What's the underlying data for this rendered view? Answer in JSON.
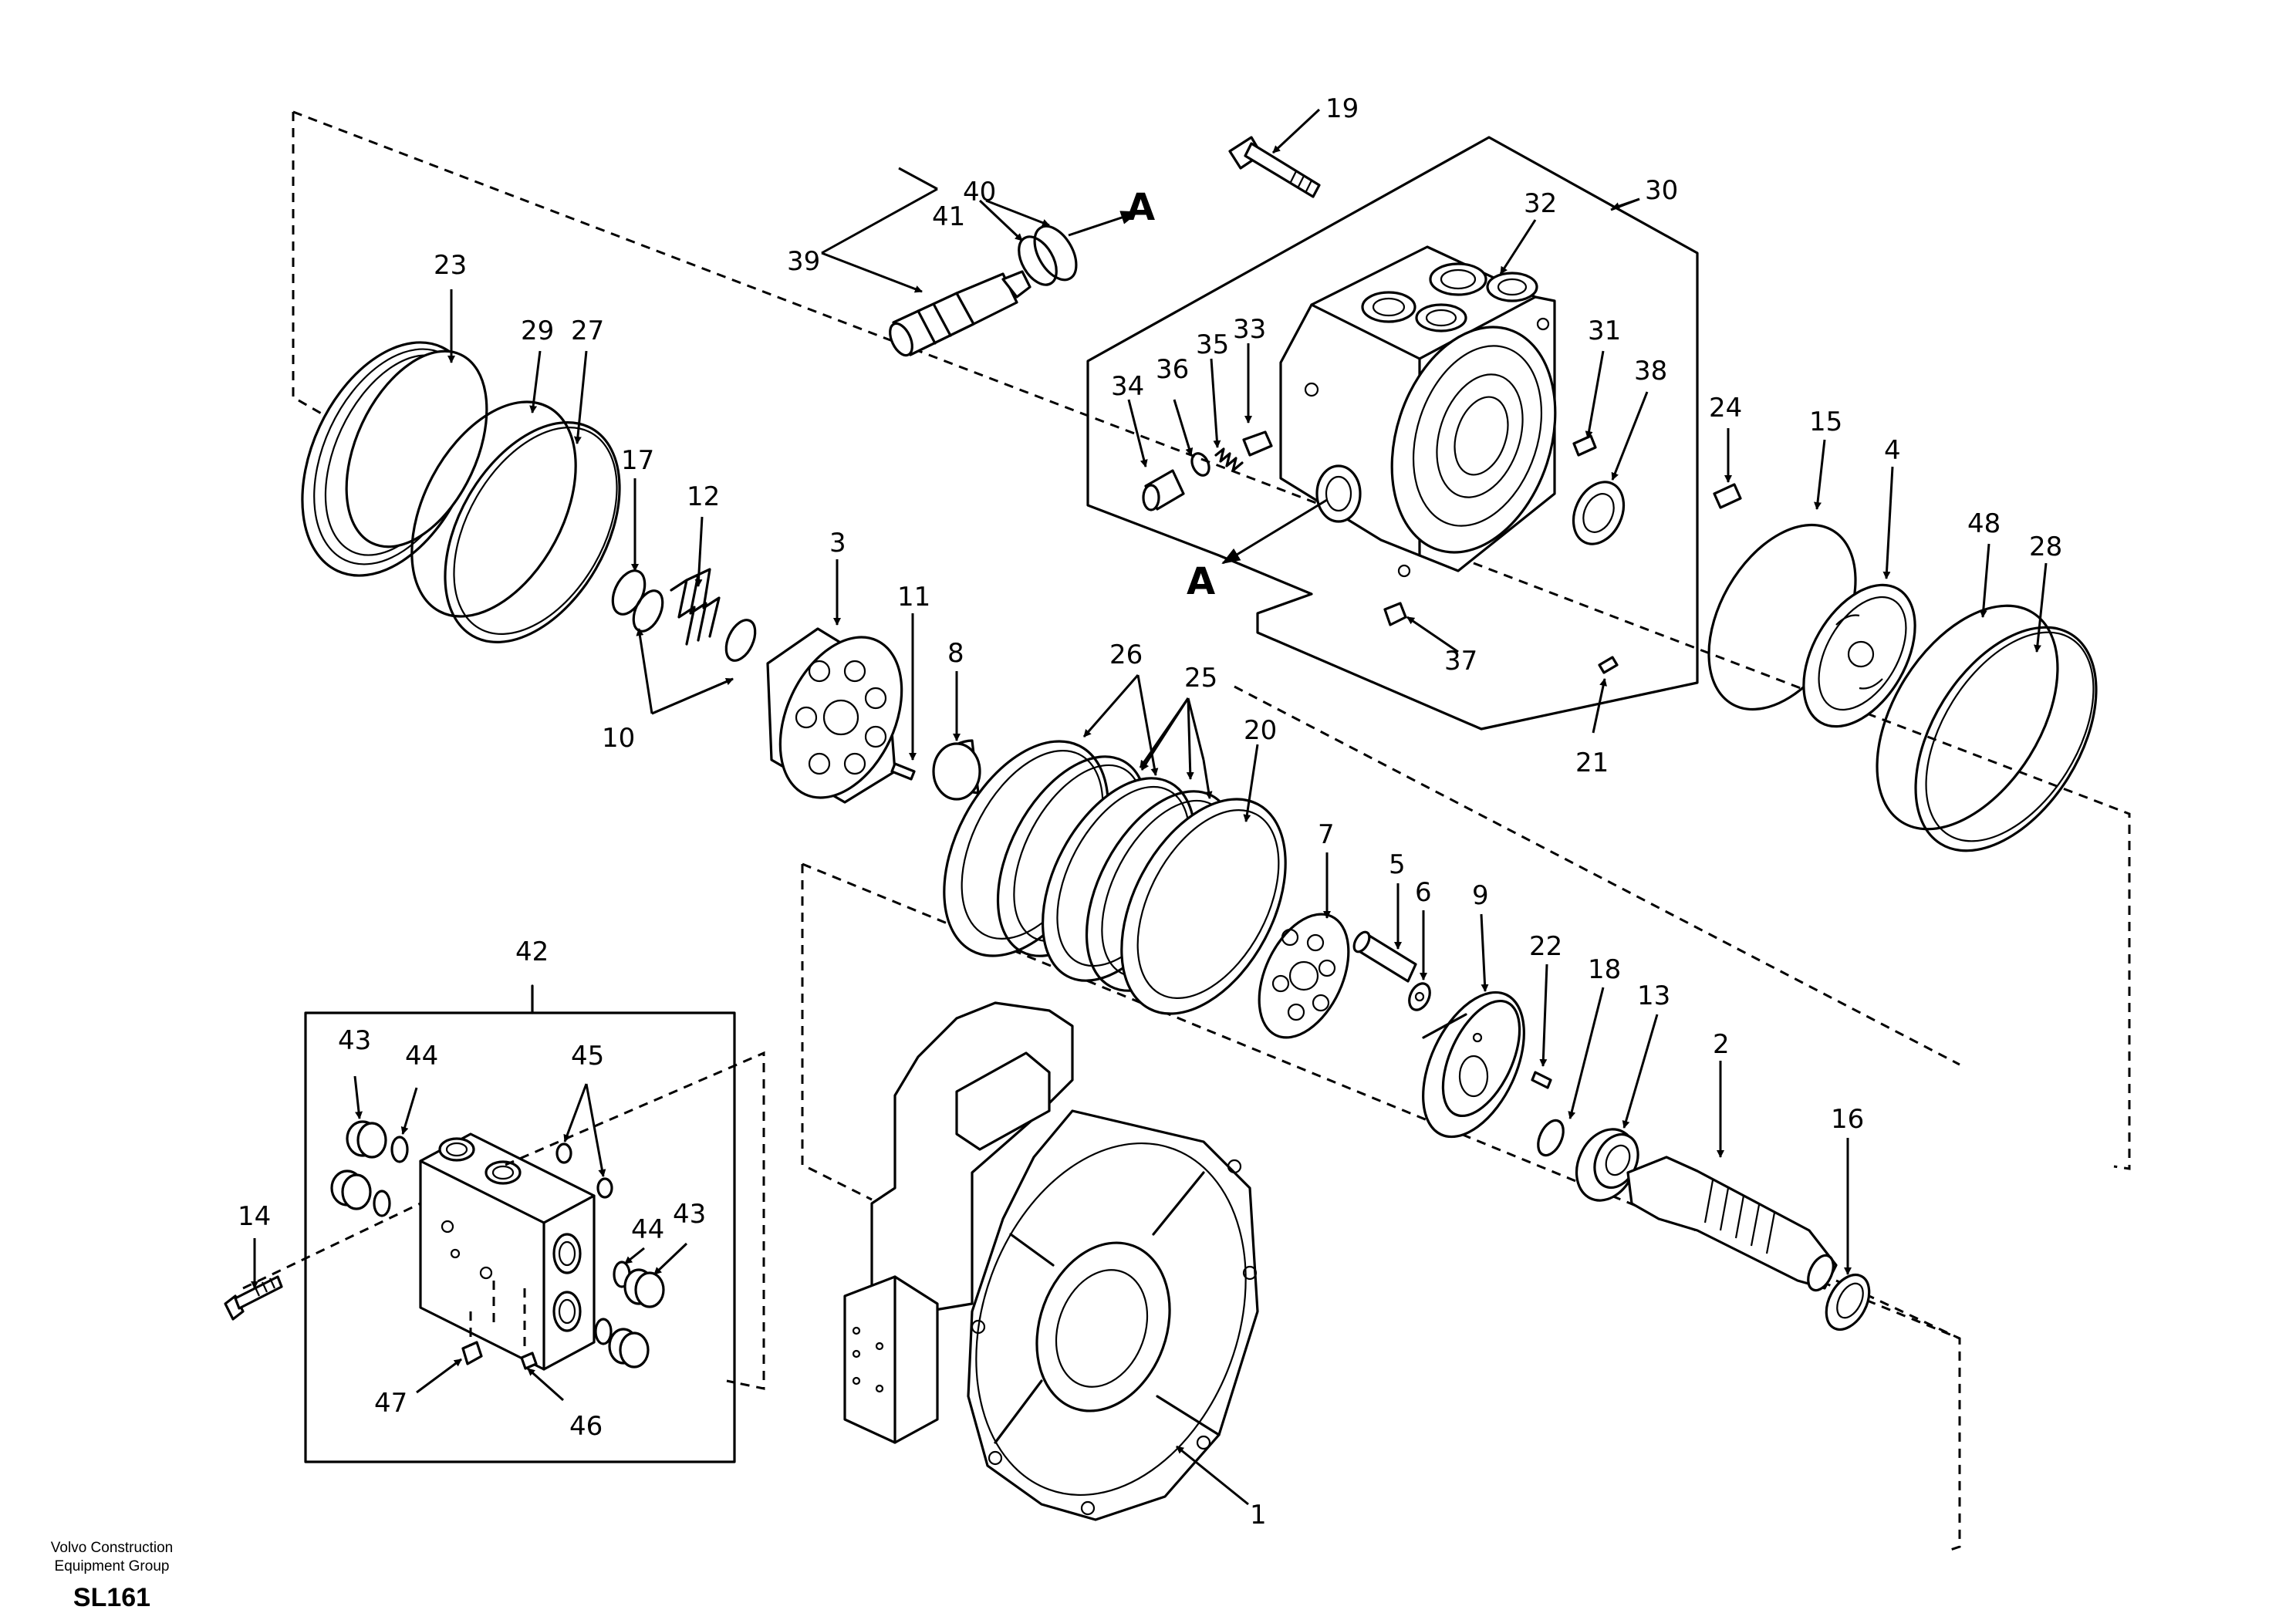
{
  "labels": {
    "1": "1",
    "2": "2",
    "3": "3",
    "4": "4",
    "5": "5",
    "6": "6",
    "7": "7",
    "8": "8",
    "9": "9",
    "10": "10",
    "11": "11",
    "12": "12",
    "13": "13",
    "14": "14",
    "15": "15",
    "16": "16",
    "17": "17",
    "18": "18",
    "19": "19",
    "20": "20",
    "21": "21",
    "22": "22",
    "23": "23",
    "24": "24",
    "25": "25",
    "26": "26",
    "27": "27",
    "28": "28",
    "29": "29",
    "30": "30",
    "31": "31",
    "32": "32",
    "33": "33",
    "34": "34",
    "35": "35",
    "36": "36",
    "37": "37",
    "38": "38",
    "39": "39",
    "40": "40",
    "41": "41",
    "42": "42",
    "43": "43",
    "44": "44",
    "45": "45",
    "46": "46",
    "47": "47",
    "48": "48"
  },
  "section_marker": "A",
  "footer": {
    "company_line1": "Volvo Construction",
    "company_line2": "Equipment Group",
    "code": "SL161"
  }
}
